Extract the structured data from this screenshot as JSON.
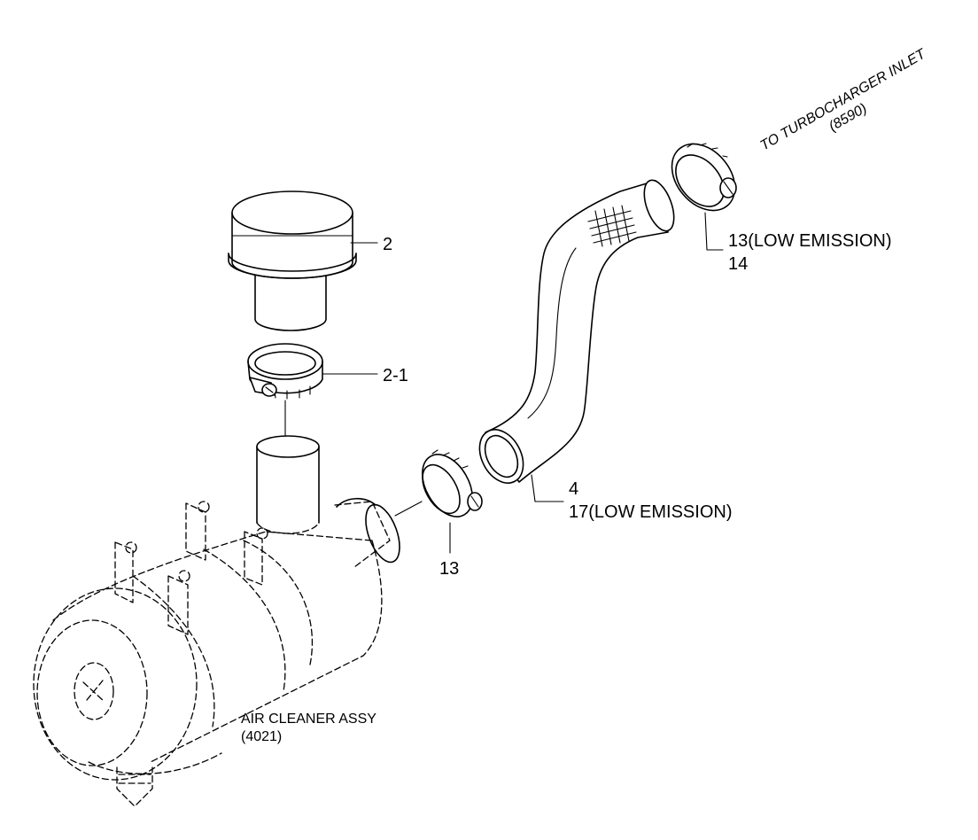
{
  "labels": {
    "cap": "2",
    "cap_clamp": "2-1",
    "tube": "4",
    "tube_alt": "17(LOW EMISSION)",
    "lower_clamp": "13",
    "upper_clamp": "13(LOW EMISSION)",
    "upper_clamp_alt": "14"
  },
  "notes": {
    "destination_line1": "TO TURBOCHARGER INLET",
    "destination_line2": "(8590)",
    "assembly_line1": "AIR CLEANER ASSY",
    "assembly_line2": "(4021)"
  }
}
